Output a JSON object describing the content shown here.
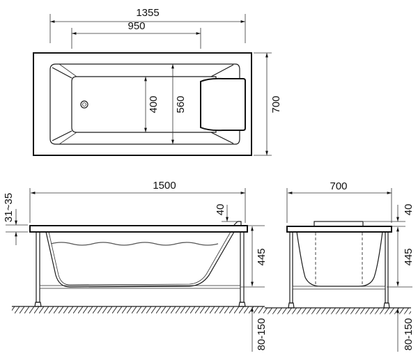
{
  "top_view": {
    "overall_length": "1355",
    "inner_length": "950",
    "inner_width": "400",
    "basin_width": "560",
    "overall_width": "700"
  },
  "side_view": {
    "length": "1500",
    "rim_thickness": "31~35",
    "headrest_height": "40",
    "depth": "445",
    "leg_height": "80-150"
  },
  "end_view": {
    "width": "700",
    "headrest_height": "40",
    "depth": "445",
    "leg_height": "80-150"
  },
  "colors": {
    "line": "#1a1a1a",
    "background": "#ffffff"
  }
}
